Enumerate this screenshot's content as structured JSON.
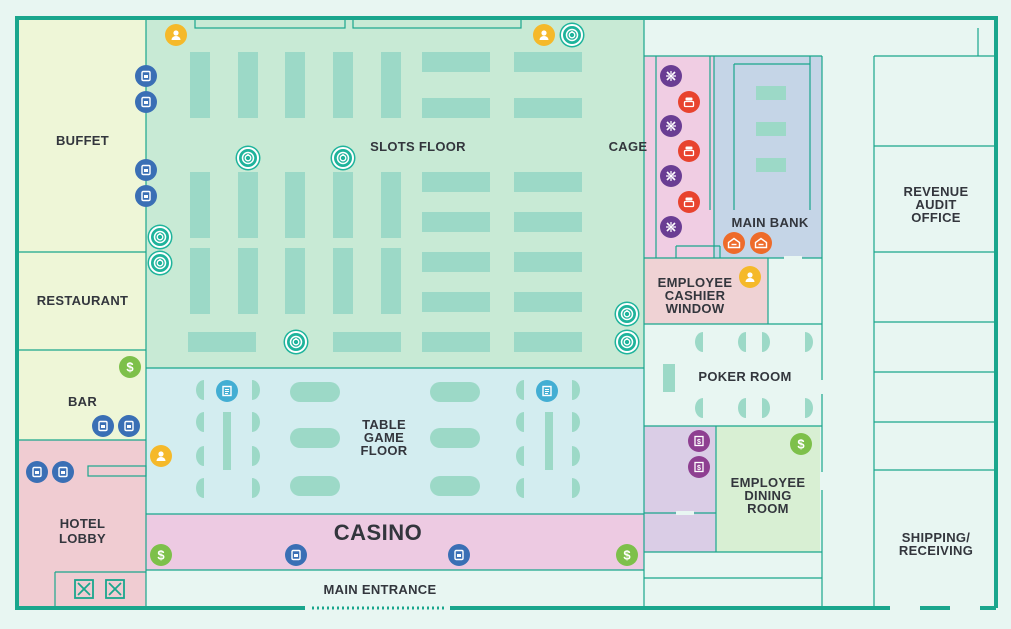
{
  "rooms": {
    "buffet": "BUFFET",
    "restaurant": "RESTAURANT",
    "bar": "BAR",
    "hotel_lobby": "HOTEL\nLOBBY",
    "slots_floor": "SLOTS FLOOR",
    "cage": "CAGE",
    "main_bank": "MAIN BANK",
    "employee_cashier_window": "EMPLOYEE\nCASHIER\nWINDOW",
    "poker_room": "POKER ROOM",
    "table_game_floor": "TABLE\nGAME\nFLOOR",
    "casino": "CASINO",
    "employee_dining_room": "EMPLOYEE\nDINING\nROOM",
    "main_entrance": "MAIN ENTRANCE",
    "revenue_audit_office": "REVENUE\nAUDIT\nOFFICE",
    "shipping_receiving": "SHIPPING/\nRECEIVING"
  },
  "colors": {
    "wall": "#1aa68d",
    "buffet": "#eef6d7",
    "slots": "#c8ead5",
    "cage": "#f0cde3",
    "bank": "#c5d5e7",
    "cashier": "#efd2d4",
    "table_floor": "#d3edf0",
    "casino": "#edcae2",
    "lobby": "#f0ccd2",
    "dining": "#d8efd3",
    "purple_room": "#dacde6",
    "fixture": "#9cd9c7",
    "icon_person": "#f5b92a",
    "icon_slot": "#1eb39b",
    "icon_atm": "#3a6fb5",
    "icon_dollar": "#7dc04a",
    "icon_kiosk": "#43aed3",
    "icon_cage": "#6a3d93",
    "icon_bank": "#e8432e",
    "icon_vault": "#ee6b2a",
    "icon_dining_kiosk": "#8e3f91"
  },
  "legend_icons": {
    "person": "person-icon",
    "slot": "slot-machine-icon",
    "atm": "atm-icon",
    "dollar": "dollar-icon",
    "kiosk": "ticket-kiosk-icon",
    "cage": "cashier-cage-icon",
    "bank": "bank-counter-icon",
    "vault": "vault-icon",
    "receipt": "receipt-kiosk-icon"
  }
}
